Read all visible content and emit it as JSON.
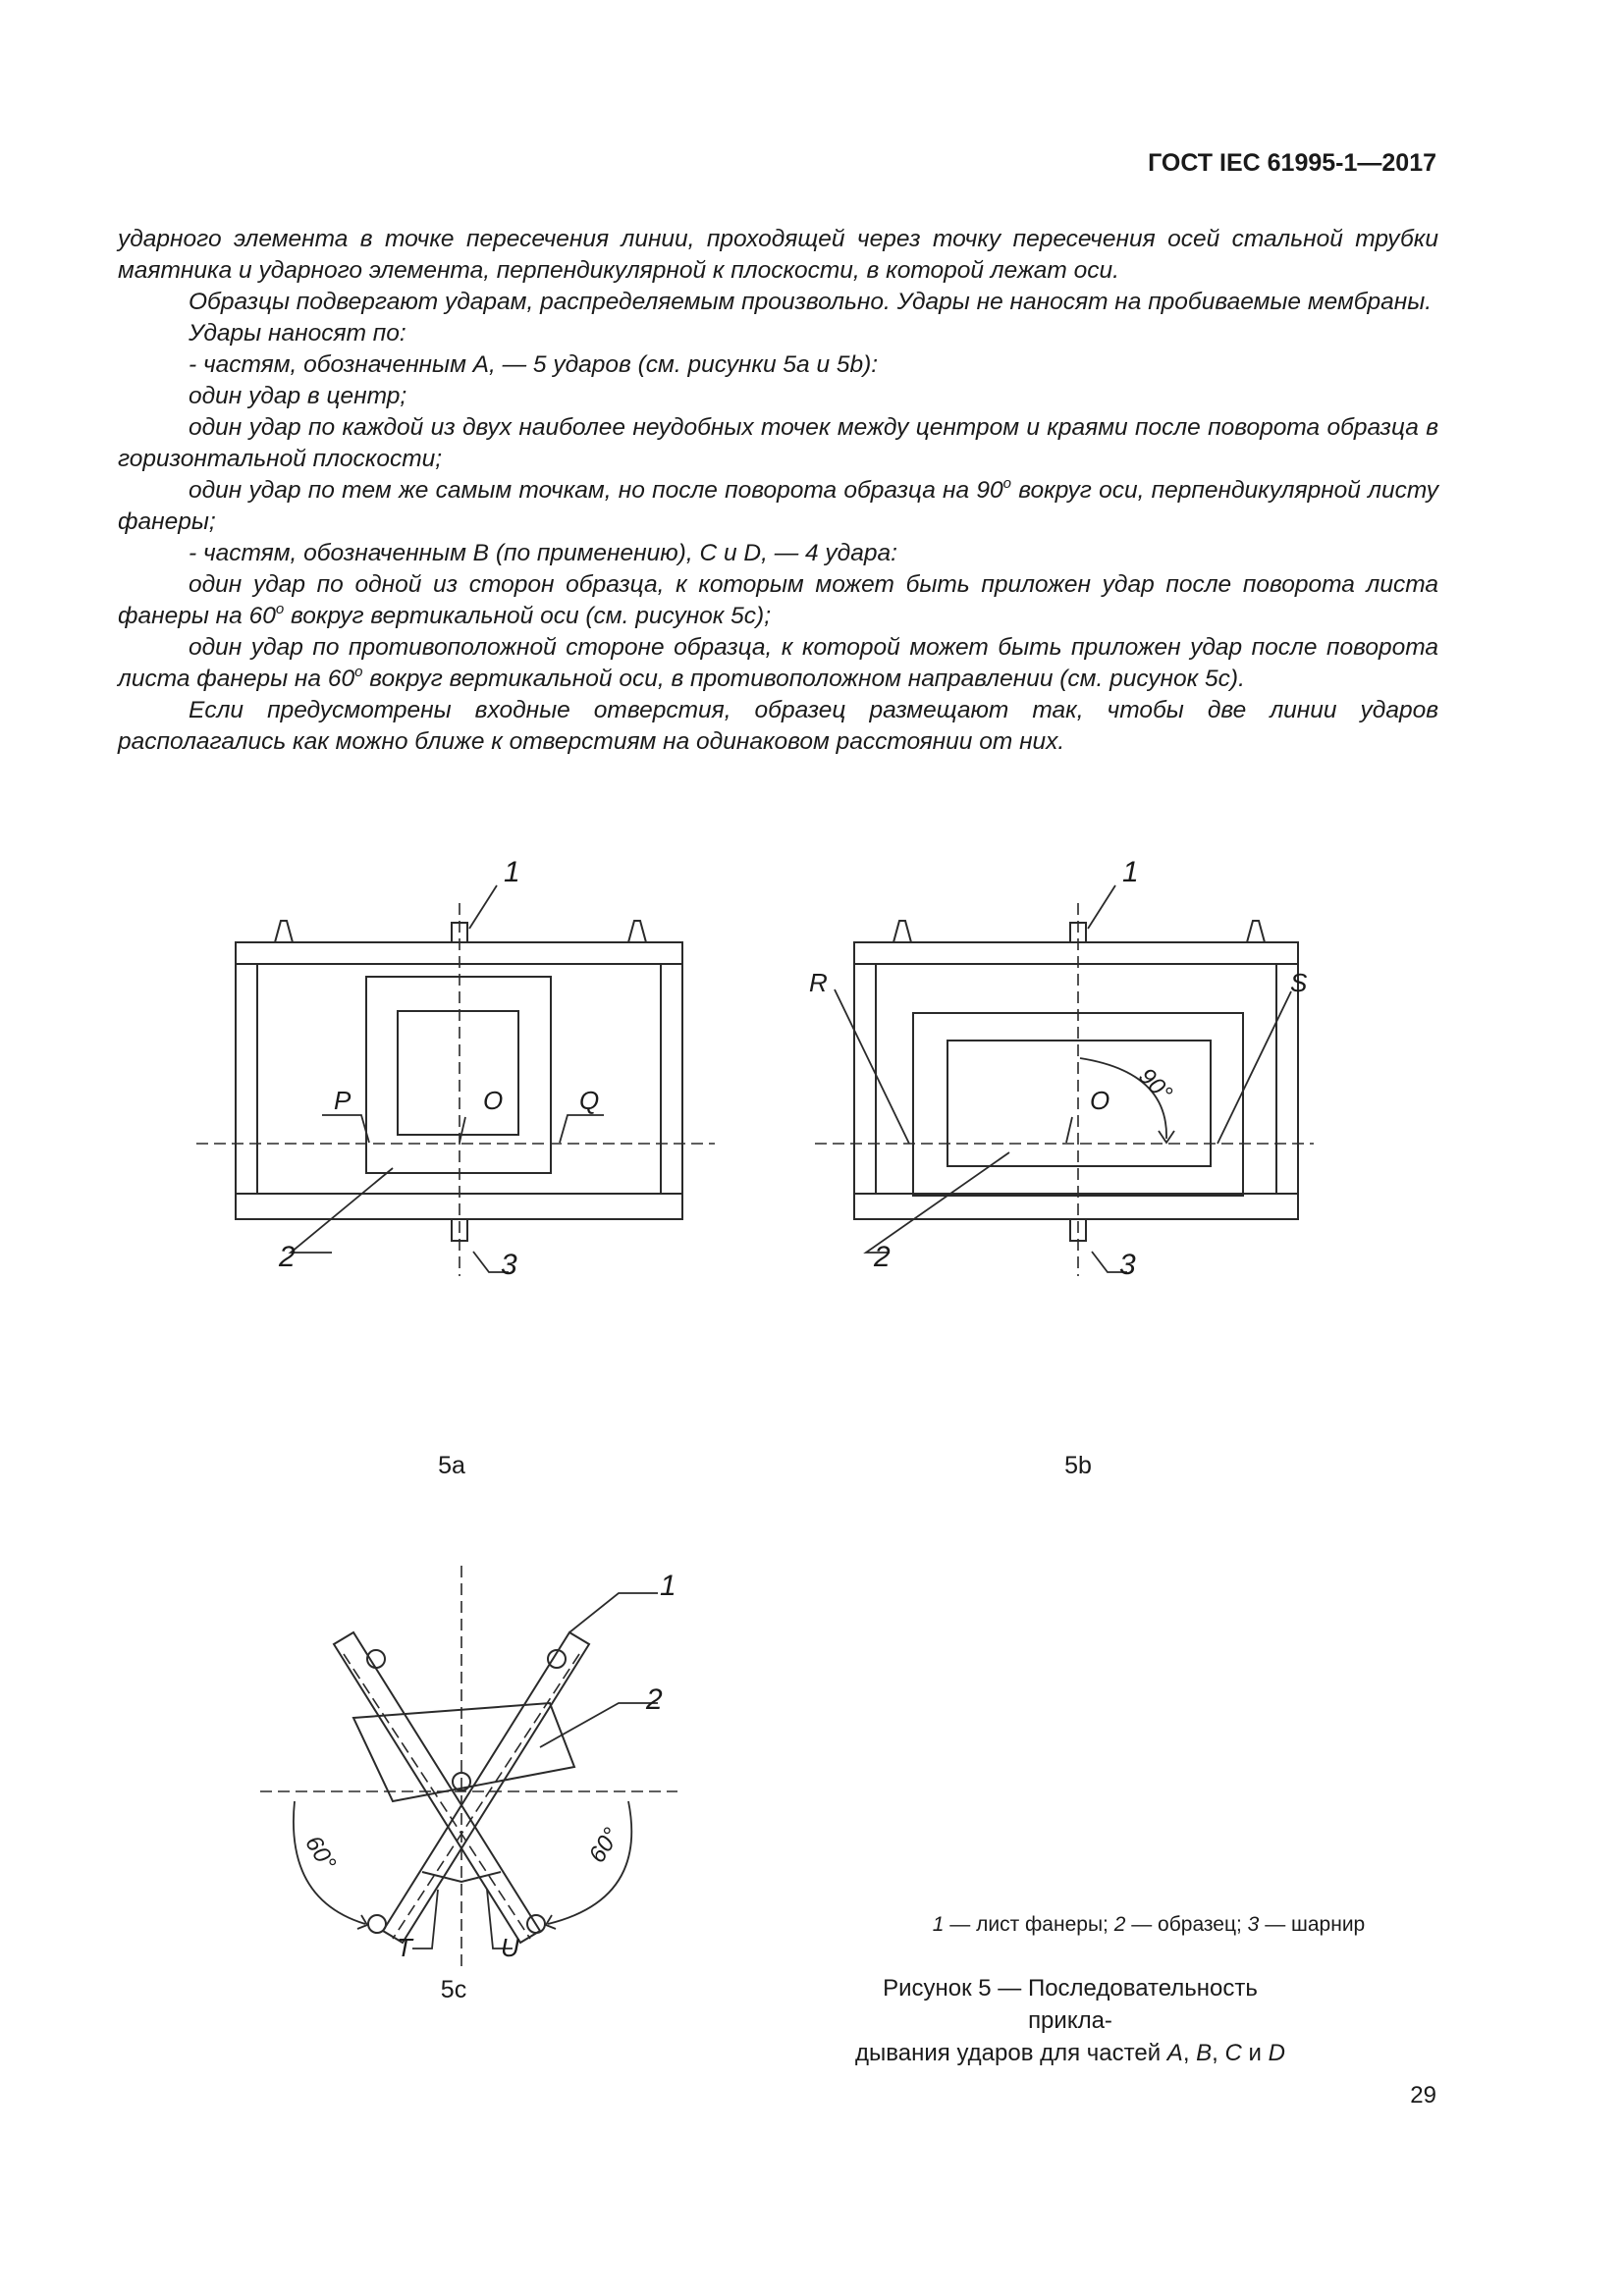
{
  "header": {
    "doc_id": "ГОСТ IEC 61995-1—2017"
  },
  "paragraphs": [
    {
      "text": "ударного элемента в точке пересечения линии, проходящей через точку пересечения осей стальной трубки маятника и ударного элемента, перпендикулярной к плоскости, в которой лежат оси."
    },
    {
      "text": "Образцы подвергают ударам, распределяемым произвольно. Удары не наносят на пробиваемые мембраны."
    },
    {
      "text": "Удары наносят по:"
    },
    {
      "text": "- частям, обозначенным A, — 5 ударов (см. рисунки 5а и 5b):"
    },
    {
      "text": "один удар в центр;"
    },
    {
      "text": "один удар по каждой из двух наиболее неудобных точек между центром и краями после поворота образца в горизонтальной плоскости;"
    },
    {
      "pre": "один удар по тем же самым точкам, но после поворота образца на 90",
      "sup": "о",
      "post": " вокруг оси, перпендикулярной листу фанеры;"
    },
    {
      "text": "- частям, обозначенным B (по применению), C и D, — 4 удара:"
    },
    {
      "pre": "один удар по одной из сторон образца, к которым может быть приложен удар после поворота листа фанеры на 60",
      "sup": "о",
      "post": " вокруг вертикальной оси (см. рисунок 5с);"
    },
    {
      "pre": "один удар по противоположной стороне образца, к которой может быть приложен удар после поворота листа фанеры на 60",
      "sup": "о",
      "post": " вокруг вертикальной оси, в противоположном направлении (см. рисунок 5с)."
    },
    {
      "text": "Если предусмотрены входные отверстия, образец размещают так, чтобы две линии ударов располагались как можно ближе к отверстиям на одинаковом расстоянии от них."
    }
  ],
  "figures": {
    "a": {
      "sublabel": "5а",
      "callouts": [
        "1",
        "2",
        "3"
      ],
      "points": [
        "P",
        "O",
        "Q"
      ]
    },
    "b": {
      "sublabel": "5b",
      "callouts": [
        "1",
        "2",
        "3"
      ],
      "points": [
        "R",
        "O",
        "S"
      ],
      "angle": "90°"
    },
    "c": {
      "sublabel": "5с",
      "callouts": [
        "1",
        "2"
      ],
      "points": [
        "T",
        "U"
      ],
      "angle_left": "60°",
      "angle_right": "60°"
    }
  },
  "legend": [
    {
      "num": "1",
      "text": " — лист фанеры; "
    },
    {
      "num": "2",
      "text": " — образец; "
    },
    {
      "num": "3",
      "text": " — шарнир"
    }
  ],
  "caption": {
    "line1": "Рисунок 5 — Последовательность прикла-",
    "line2_pre": "дывания ударов для частей ",
    "A": "A",
    "sep1": ", ",
    "B": "B",
    "sep2": ", ",
    "C": "C",
    "and": " и ",
    "D": "D"
  },
  "page_number": "29"
}
